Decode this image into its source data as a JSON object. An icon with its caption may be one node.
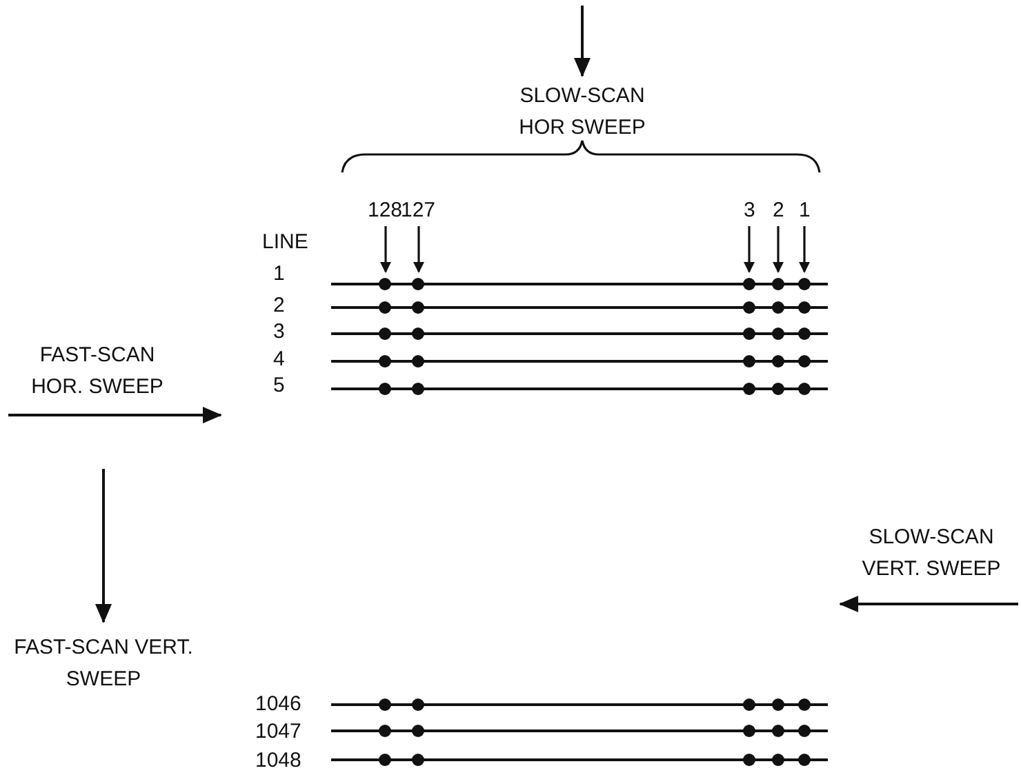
{
  "diagram": {
    "nodes": [
      {
        "text": [
          "128"
        ]
      },
      {
        "text": [
          "127"
        ]
      },
      {
        "text": [
          "3"
        ]
      },
      {
        "text": [
          "2"
        ]
      },
      {
        "text": [
          "1"
        ]
      }
    ],
    "edges": [
      {
        "from": 0,
        "to": null,
        "arrow": "to"
      },
      {
        "from": 1,
        "to": null,
        "arrow": "to"
      },
      {
        "from": 2,
        "to": null,
        "arrow": "to"
      },
      {
        "from": 3,
        "to": null,
        "arrow": "to"
      },
      {
        "from": 4,
        "to": null,
        "arrow": "to"
      }
    ],
    "labels": [
      "SLOW-SCAN HOR SWEEP",
      "LINE",
      "1",
      "2",
      "3",
      "4",
      "5",
      "FAST-SCAN HOR. SWEEP",
      "SLOW-SCAN VERT. SWEEP",
      "FAST-SCAN VERT. SWEEP",
      "1046",
      "1047",
      "1048"
    ]
  }
}
